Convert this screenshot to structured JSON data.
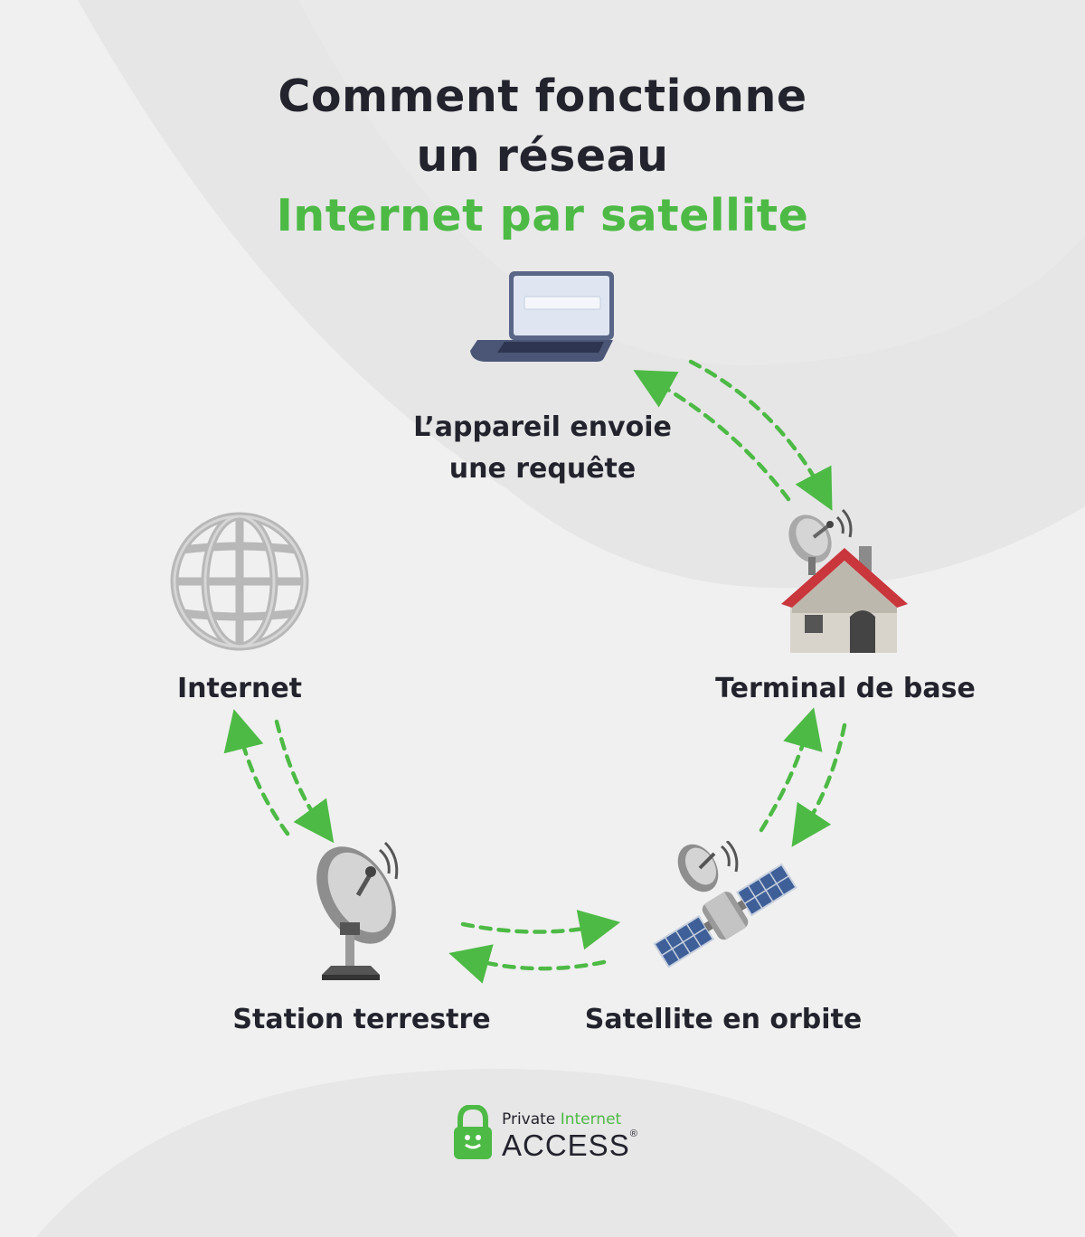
{
  "title": {
    "line1": "Comment fonctionne",
    "line2": "un réseau",
    "line3": "Internet par satellite"
  },
  "nodes": {
    "device": "L’appareil envoie",
    "device_2": "une requête",
    "terminal": "Terminal de base",
    "internet": "Internet",
    "ground_station": "Station terrestre",
    "satellite": "Satellite en orbite"
  },
  "logo": {
    "line1_a": "Private",
    "line1_b": "Internet",
    "line2": "ACCESS",
    "reg": "®"
  },
  "colors": {
    "accent": "#4dba45",
    "text": "#23232e",
    "background": "#f0f0f0"
  }
}
